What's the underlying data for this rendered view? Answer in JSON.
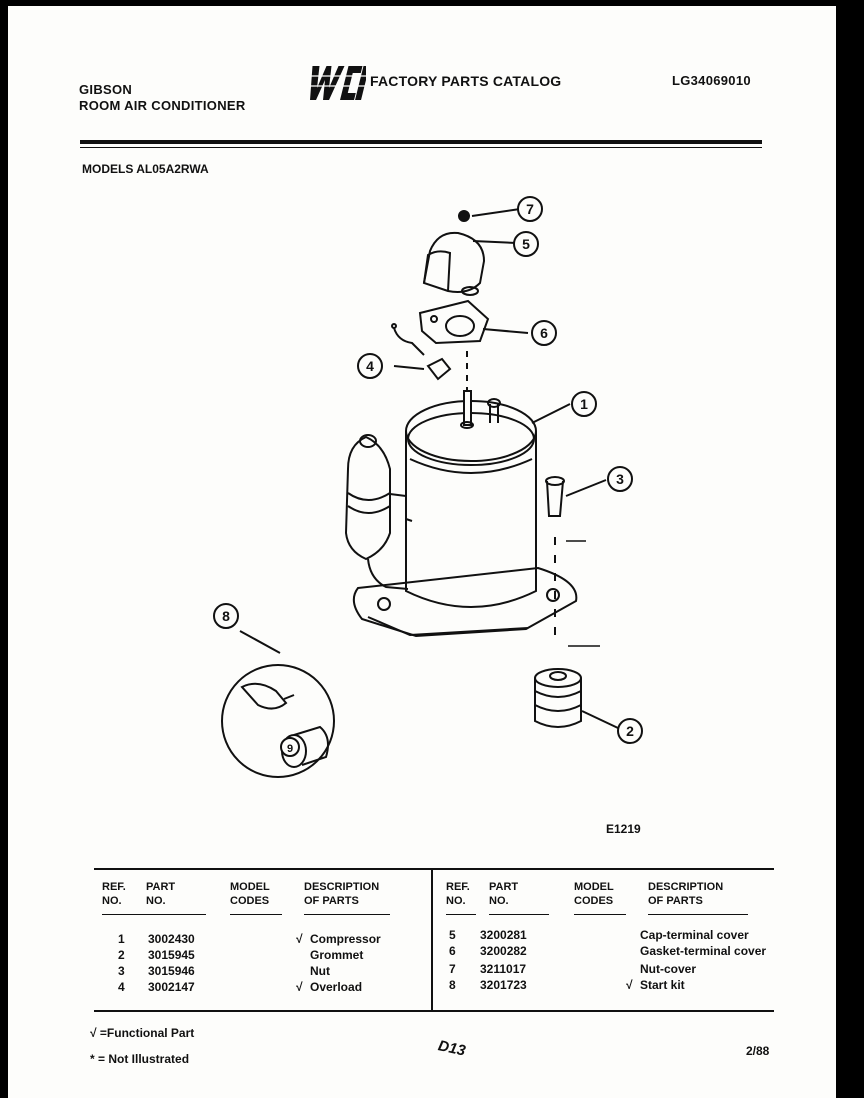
{
  "header": {
    "brand": "GIBSON",
    "product": "ROOM AIR CONDITIONER",
    "logo_text": "WCI",
    "catalog_title": "FACTORY PARTS CATALOG",
    "catalog_code": "LG34069010"
  },
  "models_line": "MODELS AL05A2RWA",
  "diagram": {
    "callouts": [
      "7",
      "5",
      "6",
      "4",
      "1",
      "3",
      "8",
      "2"
    ],
    "inset_label": "9",
    "figure_code": "E1219"
  },
  "table": {
    "headers": {
      "ref_1": "REF.",
      "ref_2": "NO.",
      "part_1": "PART",
      "part_2": "NO.",
      "model_1": "MODEL",
      "model_2": "CODES",
      "desc_1": "DESCRIPTION",
      "desc_2": "OF PARTS"
    },
    "left_rows": [
      {
        "ref": "1",
        "part": "3002430",
        "mark": "√",
        "desc": "Compressor"
      },
      {
        "ref": "2",
        "part": "3015945",
        "mark": "",
        "desc": "Grommet"
      },
      {
        "ref": "3",
        "part": "3015946",
        "mark": "",
        "desc": "Nut"
      },
      {
        "ref": "4",
        "part": "3002147",
        "mark": "√",
        "desc": "Overload"
      }
    ],
    "right_rows": [
      {
        "ref": "5",
        "part": "3200281",
        "mark": "",
        "desc": "Cap-terminal cover"
      },
      {
        "ref": "6",
        "part": "3200282",
        "mark": "",
        "desc": "Gasket-terminal cover"
      },
      {
        "ref": "7",
        "part": "3211017",
        "mark": "",
        "desc": "Nut-cover"
      },
      {
        "ref": "8",
        "part": "3201723",
        "mark": "√",
        "desc": "Start kit"
      }
    ]
  },
  "footer": {
    "functional_note": "√ =Functional Part",
    "not_illustrated_note": "* = Not Illustrated",
    "page_mark": "D13",
    "date": "2/88"
  }
}
